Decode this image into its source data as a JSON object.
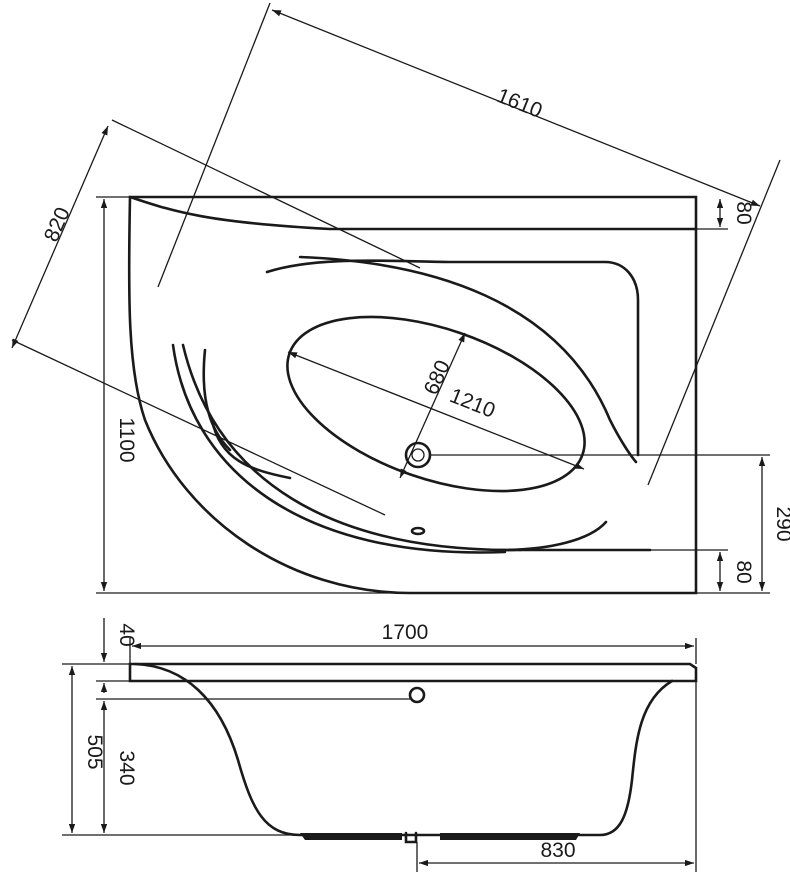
{
  "top_view": {
    "dim_1610": "1610",
    "dim_820": "820",
    "dim_1100": "1100",
    "dim_680": "680",
    "dim_1210": "1210",
    "dim_80_top": "80",
    "dim_80_bottom": "80",
    "dim_290": "290"
  },
  "side_view": {
    "dim_40": "40",
    "dim_1700": "1700",
    "dim_505": "505",
    "dim_340": "340",
    "dim_830": "830"
  },
  "colors": {
    "line": "#1a1a1a",
    "background": "#ffffff"
  }
}
